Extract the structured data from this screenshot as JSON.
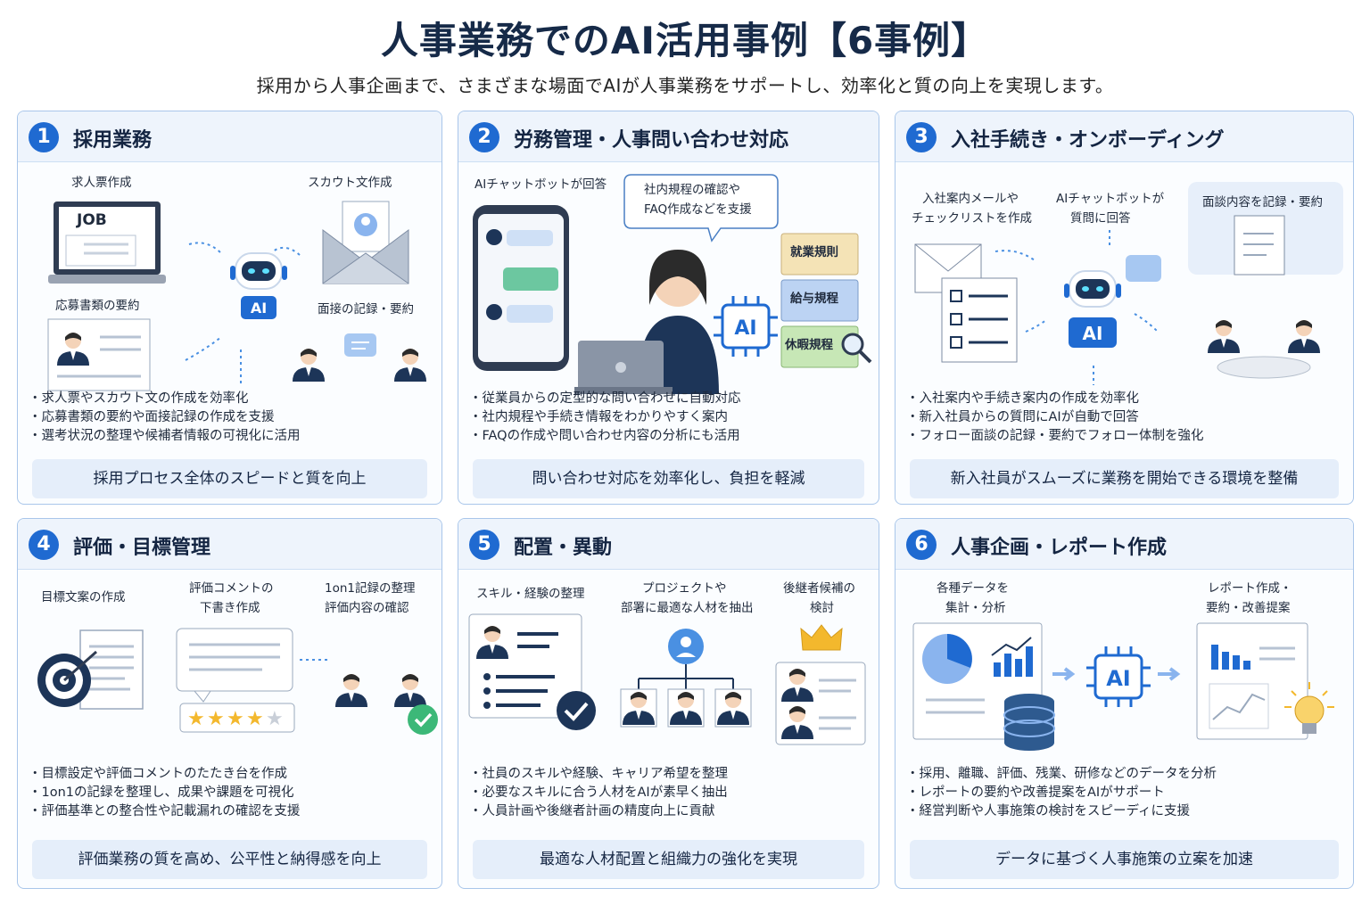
{
  "header": {
    "title": "人事業務でのAI活用事例【6事例】",
    "subtitle": "採用から人事企画まで、さまざまな場面でAIが人事業務をサポートし、効率化と質の向上を実現します。"
  },
  "cards": [
    {
      "num": "1",
      "title": "採用業務",
      "labels": [
        "求人票作成",
        "スカウト文作成",
        "応募書類の要約",
        "面接の記録・要約",
        "JOB",
        "AI"
      ],
      "bullets": [
        "求人票やスカウト文の作成を効率化",
        "応募書類の要約や面接記録の作成を支援",
        "選考状況の整理や候補者情報の可視化に活用"
      ],
      "summary": "採用プロセス全体のスピードと質を向上"
    },
    {
      "num": "2",
      "title": "労務管理・人事問い合わせ対応",
      "labels": [
        "AIチャットボットが回答",
        "社内規程の確認や",
        "FAQ作成などを支援",
        "就業規則",
        "給与規程",
        "休暇規程",
        "AI"
      ],
      "bullets": [
        "従業員からの定型的な問い合わせに自動対応",
        "社内規程や手続き情報をわかりやすく案内",
        "FAQの作成や問い合わせ内容の分析にも活用"
      ],
      "summary": "問い合わせ対応を効率化し、負担を軽減"
    },
    {
      "num": "3",
      "title": "入社手続き・オンボーディング",
      "labels": [
        "入社案内メールや",
        "チェックリストを作成",
        "AIチャットボットが",
        "質問に回答",
        "面談内容を記録・要約",
        "AI"
      ],
      "bullets": [
        "入社案内や手続き案内の作成を効率化",
        "新入社員からの質問にAIが自動で回答",
        "フォロー面談の記録・要約でフォロー体制を強化"
      ],
      "summary": "新入社員がスムーズに業務を開始できる環境を整備"
    },
    {
      "num": "4",
      "title": "評価・目標管理",
      "labels": [
        "目標文案の作成",
        "評価コメントの",
        "下書き作成",
        "1on1記録の整理",
        "評価内容の確認"
      ],
      "bullets": [
        "目標設定や評価コメントのたたき台を作成",
        "1on1の記録を整理し、成果や課題を可視化",
        "評価基準との整合性や記載漏れの確認を支援"
      ],
      "summary": "評価業務の質を高め、公平性と納得感を向上"
    },
    {
      "num": "5",
      "title": "配置・異動",
      "labels": [
        "スキル・経験の整理",
        "プロジェクトや",
        "部署に最適な人材を抽出",
        "後継者候補の",
        "検討"
      ],
      "bullets": [
        "社員のスキルや経験、キャリア希望を整理",
        "必要なスキルに合う人材をAIが素早く抽出",
        "人員計画や後継者計画の精度向上に貢献"
      ],
      "summary": "最適な人材配置と組織力の強化を実現"
    },
    {
      "num": "6",
      "title": "人事企画・レポート作成",
      "labels": [
        "各種データを",
        "集計・分析",
        "レポート作成・",
        "要約・改善提案",
        "AI"
      ],
      "bullets": [
        "採用、離職、評価、残業、研修などのデータを分析",
        "レポートの要約や改善提案をAIがサポート",
        "経営判断や人事施策の検討をスピーディに支援"
      ],
      "summary": "データに基づく人事施策の立案を加速"
    }
  ],
  "colors": {
    "accent": "#1f6ad1",
    "navy": "#1d3558",
    "card_border": "#a9c6ea",
    "header_bg": "#eef4fc",
    "summary_bg": "#e5eefa",
    "green_check": "#3cb878",
    "gold": "#f3b82d"
  },
  "icons": [
    "laptop-icon",
    "envelope-icon",
    "robot-icon",
    "resume-icon",
    "chat-icon",
    "person-icon",
    "smartphone-icon",
    "ai-chip-icon",
    "binder-icon",
    "magnifier-icon",
    "checklist-icon",
    "document-icon",
    "target-icon",
    "star-rating-icon",
    "check-badge-icon",
    "org-chart-icon",
    "crown-icon",
    "pie-chart-icon",
    "bar-chart-icon",
    "database-icon",
    "lightbulb-icon"
  ]
}
